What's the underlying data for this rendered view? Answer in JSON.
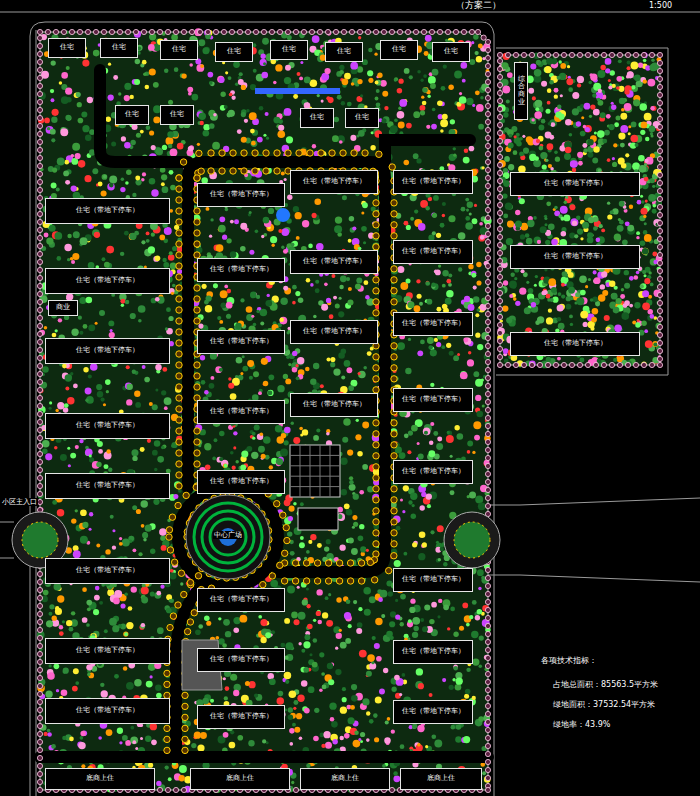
{
  "diagram": {
    "title": "（方案二）",
    "nodes": [
      {
        "text": [
          "住宅"
        ]
      },
      {
        "text": [
          "住宅"
        ]
      },
      {
        "text": [
          "住宅"
        ]
      },
      {
        "text": [
          "住宅"
        ]
      },
      {
        "text": [
          "住宅"
        ]
      },
      {
        "text": [
          "住宅"
        ]
      },
      {
        "text": [
          "住宅"
        ]
      },
      {
        "text": [
          "住宅"
        ]
      },
      {
        "text": [
          "住宅"
        ]
      },
      {
        "text": [
          "住宅"
        ]
      },
      {
        "text": [
          "住宅"
        ]
      },
      {
        "text": [
          "住宅"
        ]
      },
      {
        "text": [
          "住宅（带地下停车）"
        ]
      },
      {
        "text": [
          "住宅（带地下停车）"
        ]
      },
      {
        "text": [
          "住宅（带地下停车）"
        ]
      },
      {
        "text": [
          "住宅（带地下停车）"
        ]
      },
      {
        "text": [
          "住宅（带地下停车）"
        ]
      },
      {
        "text": [
          "住宅（带地下停车）"
        ]
      },
      {
        "text": [
          "住宅（带地下停车）"
        ]
      },
      {
        "text": [
          "住宅（带地下停车）"
        ]
      },
      {
        "text": [
          "商业"
        ]
      },
      {
        "text": [
          "住宅（带地下停车）"
        ]
      },
      {
        "text": [
          "住宅（带地下停车）"
        ]
      },
      {
        "text": [
          "住宅（带地下停车）"
        ]
      },
      {
        "text": [
          "住宅（带地下停车）"
        ]
      },
      {
        "text": [
          "住宅（带地下停车）"
        ]
      },
      {
        "text": [
          "住宅（带地下停车）"
        ]
      },
      {
        "text": [
          "住宅（带地下停车）"
        ]
      },
      {
        "text": [
          "住宅（带地下停车）"
        ]
      },
      {
        "text": [
          "住宅（带地下停车）"
        ]
      },
      {
        "text": [
          "住宅（带地下停车）"
        ]
      },
      {
        "text": [
          "住宅（带地下停车）"
        ]
      },
      {
        "text": [
          "住宅（带地下停车）"
        ]
      },
      {
        "text": [
          "住宅（带地下停车）"
        ]
      },
      {
        "text": [
          "住宅（带地下停车）"
        ]
      },
      {
        "text": [
          "住宅（带地下停车）"
        ]
      },
      {
        "text": [
          "住宅（带地下停车）"
        ]
      },
      {
        "text": [
          "住宅（带地下停车）"
        ]
      },
      {
        "text": [
          "住宅（带地下停车）"
        ]
      },
      {
        "text": [
          "住宅（带地下停车）"
        ]
      },
      {
        "text": [
          "住宅（带地下停车）"
        ]
      },
      {
        "text": [
          "综合商业"
        ]
      },
      {
        "text": [
          "住宅（带地下停车）"
        ]
      },
      {
        "text": [
          "住宅（带地下停车）"
        ]
      },
      {
        "text": [
          "住宅（带地下停车）"
        ]
      },
      {
        "text": [
          "底商上住"
        ]
      },
      {
        "text": [
          "底商上住"
        ]
      },
      {
        "text": [
          "底商上住"
        ]
      },
      {
        "text": [
          "底商上住"
        ]
      }
    ],
    "labels": [
      "1:500",
      "中心广场",
      "小区主入口",
      "各项技术指标：",
      "占地总面积：85563.5平方米",
      "绿地面积：37532.54平方米",
      "绿地率：43.9%"
    ]
  }
}
